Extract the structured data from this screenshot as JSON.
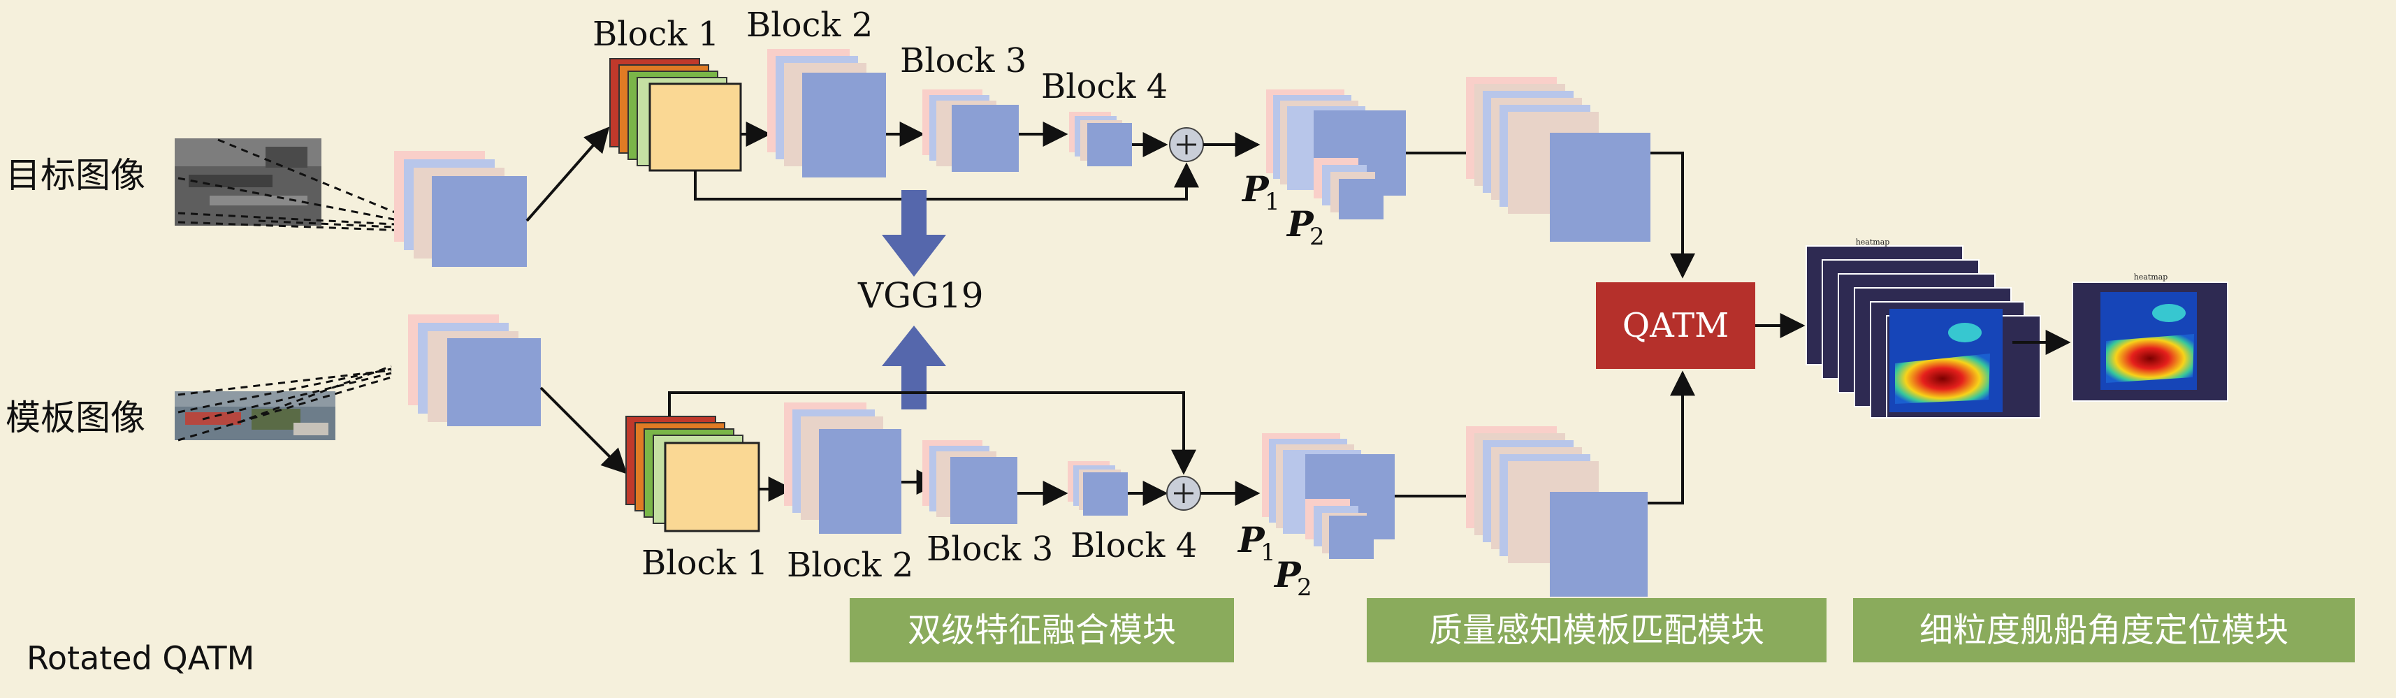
{
  "input_labels": {
    "target": "目标图像",
    "template": "模板图像"
  },
  "blocks_top": {
    "b1": "Block 1",
    "b2": "Block 2",
    "b3": "Block 3",
    "b4": "Block 4"
  },
  "blocks_bottom": {
    "b1": "Block 1",
    "b2": "Block 2",
    "b3": "Block 3",
    "b4": "Block 4"
  },
  "backbone": "VGG19",
  "features": {
    "p1": "P",
    "p1_sub": "1",
    "p2": "P",
    "p2_sub": "2"
  },
  "matcher": "QATM",
  "heatmap_caption": "heatmap",
  "modules": {
    "m1": "双级特征融合模块",
    "m2": "质量感知模板匹配模块",
    "m3": "细粒度舰船角度定位模块"
  },
  "model_name": "Rotated QATM",
  "colors": {
    "background": "#f5f0dc",
    "feature_map": "#8b9fd4",
    "feature_back_pink": "#f9cfc9",
    "qatm_box": "#b5302b",
    "module_box": "#8aab5c",
    "backbone_arrow": "#5567ac",
    "block_red": "#c0392b",
    "block_orange": "#f39c12",
    "block_green": "#7ab648",
    "block_front": "#fad894",
    "heatmap_bg": "#2e2a52"
  }
}
